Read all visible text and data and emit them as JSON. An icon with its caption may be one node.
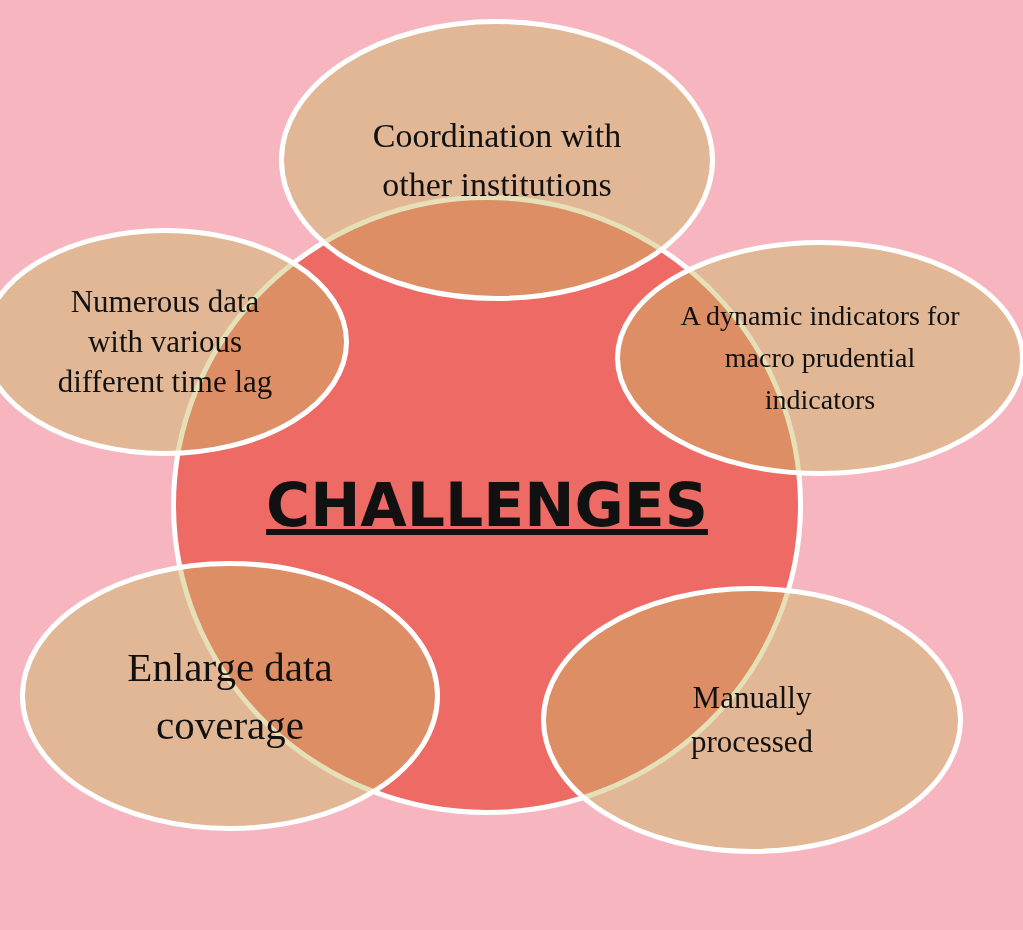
{
  "diagram": {
    "nodes": [
      {
        "text": [
          "Coordination with other institutions"
        ]
      },
      {
        "text": [
          "Numerous data with various different time lag"
        ]
      },
      {
        "text": [
          "A dynamic indicators for macro prudential indicators"
        ]
      },
      {
        "text": [
          "CHALLENGES"
        ]
      },
      {
        "text": [
          "Enlarge data coverage"
        ]
      },
      {
        "text": [
          "Manually processed"
        ]
      }
    ]
  }
}
